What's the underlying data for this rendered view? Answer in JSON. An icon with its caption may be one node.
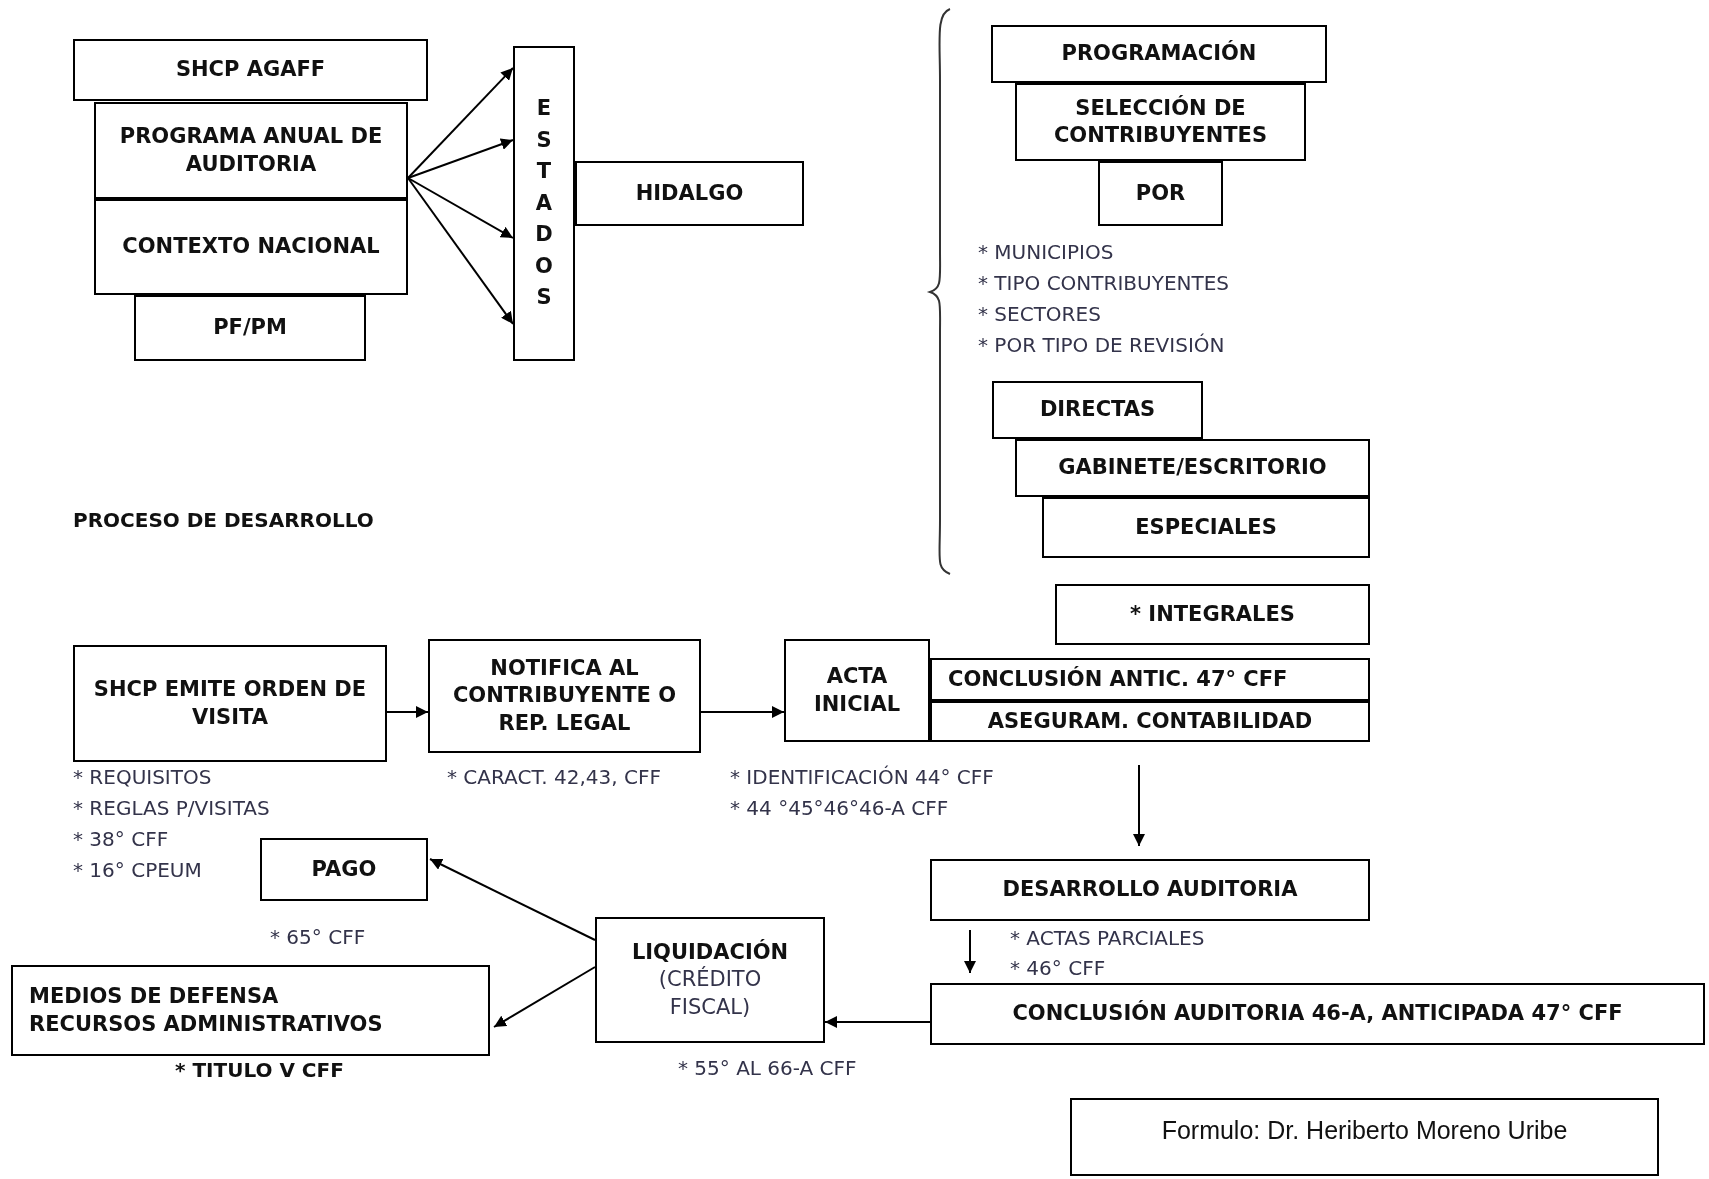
{
  "diagram": {
    "nodes": [
      {
        "text": [
          "SHCP AGAFF"
        ]
      },
      {
        "text": [
          "PROGRAMA ANUAL DE AUDITORIA"
        ]
      },
      {
        "text": [
          "CONTEXTO NACIONAL"
        ]
      },
      {
        "text": [
          "PF/PM"
        ]
      },
      {
        "text": [
          "ESTADOS"
        ]
      },
      {
        "text": [
          "HIDALGO"
        ]
      },
      {
        "text": [
          "PROGRAMACIÓN"
        ]
      },
      {
        "text": [
          "SELECCIÓN DE CONTRIBUYENTES"
        ]
      },
      {
        "text": [
          "POR"
        ]
      },
      {
        "text": [
          "DIRECTAS"
        ]
      },
      {
        "text": [
          "GABINETE/ESCRITORIO"
        ]
      },
      {
        "text": [
          "ESPECIALES"
        ]
      },
      {
        "text": [
          "* INTEGRALES"
        ]
      },
      {
        "text": [
          "SHCP EMITE ORDEN DE VISITA"
        ]
      },
      {
        "text": [
          "NOTIFICA AL CONTRIBUYENTE O REP. LEGAL"
        ]
      },
      {
        "text": [
          "ACTA INICIAL"
        ]
      },
      {
        "text": [
          "CONCLUSIÓN ANTIC. 47° CFF"
        ]
      },
      {
        "text": [
          "ASEGURAM. CONTABILIDAD"
        ]
      },
      {
        "text": [
          "DESARROLLO AUDITORIA"
        ]
      },
      {
        "text": [
          "CONCLUSIÓN AUDITORIA 46-A, ANTICIPADA 47° CFF"
        ]
      },
      {
        "text": [
          "LIQUIDACIÓN",
          "(CRÉDITO FISCAL)"
        ]
      },
      {
        "text": [
          "PAGO"
        ]
      },
      {
        "text": [
          "MEDIOS DE DEFENSA",
          "RECURSOS ADMINISTRATIVOS"
        ]
      },
      {
        "text": [
          "Formulo: Dr. Heriberto Moreno Uribe"
        ]
      }
    ],
    "edges": [
      {
        "from": 1,
        "to": 4,
        "arrow": "to"
      },
      {
        "from": 1,
        "to": 4,
        "arrow": "to"
      },
      {
        "from": 1,
        "to": 4,
        "arrow": "to"
      },
      {
        "from": 1,
        "to": 4,
        "arrow": "to"
      },
      {
        "from": 13,
        "to": 14,
        "arrow": "to"
      },
      {
        "from": 14,
        "to": 15,
        "arrow": "to"
      },
      {
        "from": 17,
        "to": 18,
        "arrow": "to"
      },
      {
        "from": 18,
        "to": 19,
        "arrow": "to"
      },
      {
        "from": 19,
        "to": 20,
        "arrow": "to"
      },
      {
        "from": 20,
        "to": 21,
        "arrow": "to"
      },
      {
        "from": 20,
        "to": 22,
        "arrow": "to"
      }
    ],
    "labels": [
      "PROCESO DE DESARROLLO",
      "* MUNICIPIOS",
      "* TIPO CONTRIBUYENTES",
      "* SECTORES",
      "* POR TIPO DE REVISIÓN",
      "* REQUISITOS",
      "* CARACT. 42,43, CFF",
      "* IDENTIFICACIÓN 44° CFF",
      "* REGLAS P/VISITAS",
      "* 44 °45°46°46-A CFF",
      "* 38° CFF",
      "* 16° CPEUM",
      "* 65° CFF",
      "* ACTAS PARCIALES",
      "* 46° CFF",
      "* TITULO V CFF",
      "* 55° AL 66-A CFF"
    ]
  }
}
